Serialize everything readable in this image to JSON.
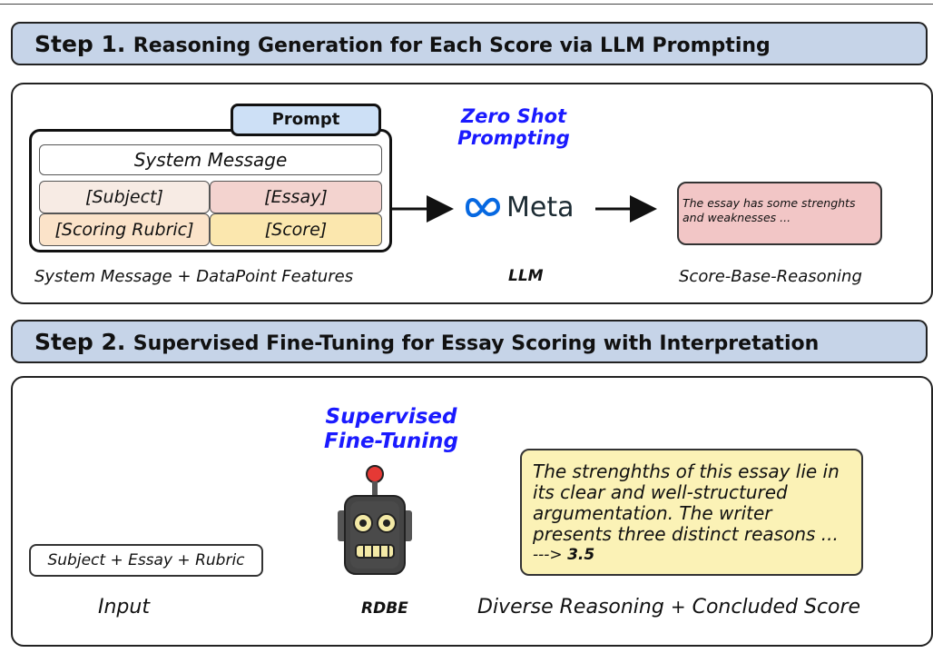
{
  "step1": {
    "num": "Step 1.",
    "title": "Reasoning Generation for Each Score via LLM Prompting",
    "prompt_label": "Prompt",
    "system_message": "System Message",
    "subject": "[Subject]",
    "essay": "[Essay]",
    "rubric": "[Scoring Rubric]",
    "score": "[Score]",
    "left_caption": "System Message + DataPoint Features",
    "zero_shot_line1": "Zero Shot",
    "zero_shot_line2": "Prompting",
    "meta_word": "Meta",
    "llm_caption": "LLM",
    "reasoning_line1": "The essay has some strenghts",
    "reasoning_line2": "and weaknesses ...",
    "reasoning_caption": "Score-Base-Reasoning"
  },
  "step2": {
    "num": "Step 2.",
    "title": "Supervised Fine-Tuning for Essay Scoring with Interpretation",
    "sft_line1": "Supervised",
    "sft_line2": "Fine-Tuning",
    "input_box": "Subject + Essay + Rubric",
    "input_caption": "Input",
    "model_caption": "RDBE",
    "reasoning_line1": "The strenghths of this essay lie in",
    "reasoning_line2": "its clear and well-structured",
    "reasoning_line3": "argumentation. The writer",
    "reasoning_line4": "presents three distinct reasons ...",
    "reasoning_arrow": "--->",
    "reasoning_score": "3.5",
    "output_caption_a": "Diverse Reasoning",
    "output_caption_plus": "+",
    "output_caption_b": "Concluded Score"
  },
  "colors": {
    "header_bg": "#c6d4e8",
    "prompt_tab_bg": "#cde0f6",
    "subject_bg": "#f7ebe4",
    "essay_bg": "#f3d3cf",
    "rubric_bg": "#fbe3c9",
    "score_bg": "#fbe7ae",
    "accent_blue": "#1a1aff",
    "meta_blue": "#0668e1",
    "reasoning_small_bg": "#f2c6c6",
    "reasoning_big_bg": "#fbf2b6",
    "robot_body": "#444444",
    "robot_antenna": "#e53935"
  },
  "icons": {
    "meta_logo": "meta-infinity-logo-icon",
    "robot": "robot-icon",
    "arrow": "right-arrow-icon"
  }
}
